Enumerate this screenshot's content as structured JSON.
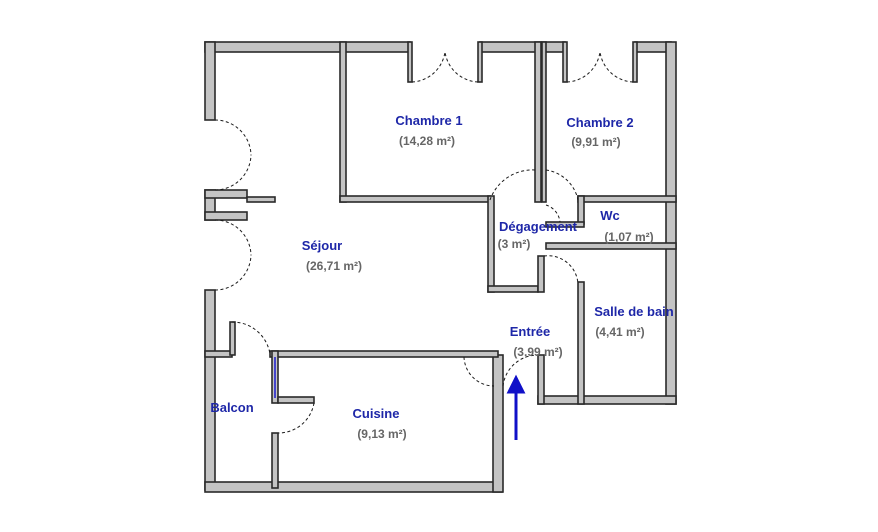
{
  "rooms": [
    {
      "id": "sejour",
      "name": "Séjour",
      "area": "(26,71 m²)"
    },
    {
      "id": "chambre1",
      "name": "Chambre 1",
      "area": "(14,28 m²)"
    },
    {
      "id": "chambre2",
      "name": "Chambre 2",
      "area": "(9,91 m²)"
    },
    {
      "id": "degagement",
      "name": "Dégagement",
      "area": "(3 m²)"
    },
    {
      "id": "wc",
      "name": "Wc",
      "area": "(1,07 m²)"
    },
    {
      "id": "salle-de-bain",
      "name": "Salle de bain",
      "area": "(4,41 m²)"
    },
    {
      "id": "entree",
      "name": "Entrée",
      "area": "(3,99 m²)"
    },
    {
      "id": "balcon",
      "name": "Balcon",
      "area": ""
    },
    {
      "id": "cuisine",
      "name": "Cuisine",
      "area": "(9,13 m²)"
    }
  ],
  "colors": {
    "wall_fill": "#c4c4c4",
    "wall_stroke": "#2a2a2a",
    "label": "#1e27a8",
    "area": "#666666",
    "entry_arrow": "#1010c8"
  },
  "icons": {
    "entry": "entry-arrow-icon"
  }
}
